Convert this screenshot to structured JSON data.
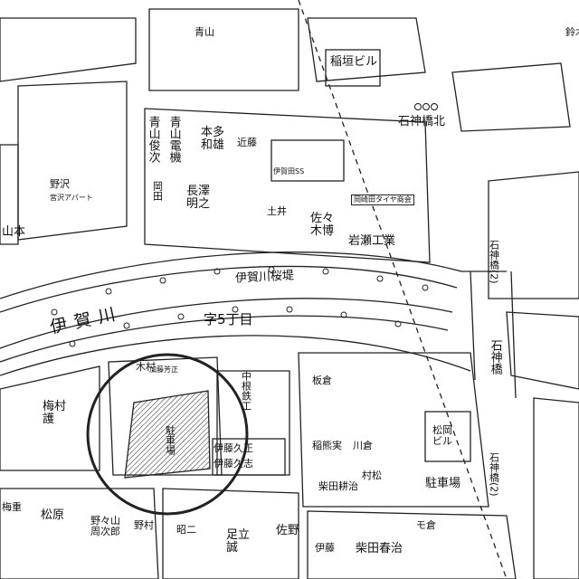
{
  "map": {
    "district": "字5丁目",
    "road_main": "伊賀川",
    "road_sub": "伊賀川桜堤",
    "bridge_ishigami_north": "石神橋北",
    "bridge_ishigami": "石神橋",
    "bridge_ishigami_2": "石神橋(2)",
    "bridge_ishigami_1": "石神橋(2)",
    "nakane": "中根鉄工",
    "center_lot": "駐車場",
    "lot_right": "駐車場",
    "gas_station": "伊賀田SS",
    "labels": {
      "inaki_bldg": "稲垣ビル",
      "okada": "岡田",
      "aoyama_yoshiji": "青山俊次",
      "aoyama_denki": "青山電機",
      "honda": "本多和雄",
      "kondo": "近藤",
      "nagasawa": "長澤明之",
      "tsuchii": "土井",
      "sasaki": "佐々木博",
      "iwase": "岩瀬工業",
      "tire": "岡崎田タイヤ商会",
      "yamamoto": "山本",
      "miyazawa": "宮沢アパート",
      "nozawa": "野沢",
      "umemura": "梅村護",
      "kato_yoshio": "加藤芳正",
      "ito_a": "伊藤久正",
      "ito_b": "伊藤久志",
      "itakura": "板倉",
      "inagaki_s": "稲熊実",
      "kawakura": "川倉",
      "shibata_kazuo": "柴田耕治",
      "murayama": "村松",
      "matsuoka_bldg": "松岡ビル",
      "kagawa": "梅重",
      "matsubara": "松原",
      "nonoyama": "野々山周次郎",
      "adachi": "足立誠",
      "sano": "佐野",
      "shibata_haruo": "柴田春治",
      "itoh_kazuo": "伊藤",
      "nomura": "野村",
      "moritake": "モ倉",
      "shoji": "昭二",
      "aoyama_k": "青山",
      "suzuki": "鈴木",
      "kimura": "木村"
    }
  }
}
